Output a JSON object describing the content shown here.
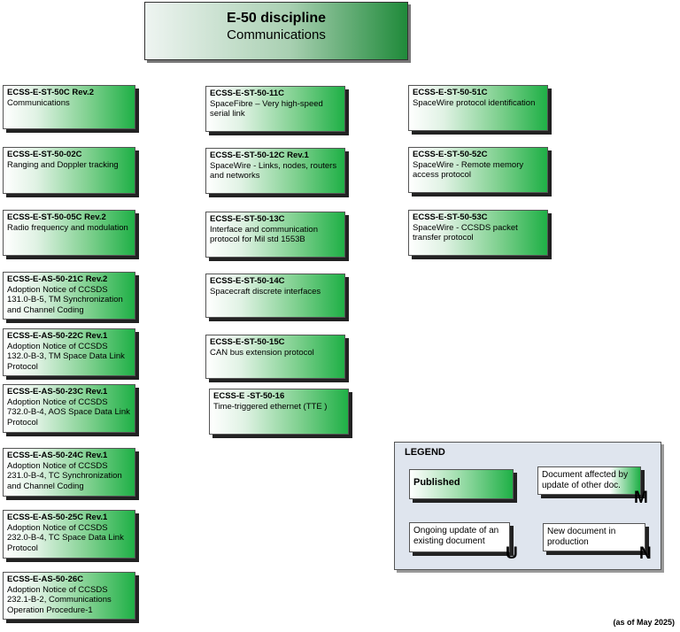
{
  "title": {
    "main": "E-50 discipline",
    "sub": "Communications"
  },
  "documents": [
    {
      "code": "ECSS-E-ST-50C Rev.2",
      "desc": "Communications"
    },
    {
      "code": "ECSS-E-ST-50-02C",
      "desc": "Ranging and Doppler tracking"
    },
    {
      "code": "ECSS-E-ST-50-05C Rev.2",
      "desc": "Radio frequency and modulation"
    },
    {
      "code": "ECSS-E-AS-50-21C Rev.2",
      "desc": "Adoption Notice of CCSDS 131.0-B-5, TM Synchronization and Channel Coding"
    },
    {
      "code": "ECSS-E-AS-50-22C Rev.1",
      "desc": "Adoption Notice of CCSDS 132.0-B-3, TM Space Data Link Protocol"
    },
    {
      "code": "ECSS-E-AS-50-23C Rev.1",
      "desc": "Adoption Notice of CCSDS 732.0-B-4, AOS Space Data Link Protocol"
    },
    {
      "code": "ECSS-E-AS-50-24C Rev.1",
      "desc": "Adoption Notice of CCSDS 231.0-B-4, TC Synchronization and Channel Coding"
    },
    {
      "code": "ECSS-E-AS-50-25C Rev.1",
      "desc": "Adoption Notice of CCSDS 232.0-B-4, TC Space Data Link Protocol"
    },
    {
      "code": "ECSS-E-AS-50-26C",
      "desc": "Adoption Notice of CCSDS 232.1-B-2, Communications Operation Procedure-1"
    },
    {
      "code": "ECSS-E-ST-50-11C",
      "desc": "SpaceFibre – Very high-speed serial link"
    },
    {
      "code": "ECSS-E-ST-50-12C Rev.1",
      "desc": "SpaceWire - Links, nodes, routers and networks"
    },
    {
      "code": "ECSS-E-ST-50-13C",
      "desc": "Interface and communication protocol for Mil std 1553B"
    },
    {
      "code": "ECSS-E-ST-50-14C",
      "desc": "Spacecraft discrete interfaces"
    },
    {
      "code": "ECSS-E-ST-50-15C",
      "desc": "CAN bus extension protocol"
    },
    {
      "code": "ECSS-E -ST-50-16",
      "desc": "Time-triggered ethernet (TTE )"
    },
    {
      "code": "ECSS-E-ST-50-51C",
      "desc": "SpaceWire protocol identification"
    },
    {
      "code": "ECSS-E-ST-50-52C",
      "desc": "SpaceWire - Remote memory access protocol"
    },
    {
      "code": "ECSS-E-ST-50-53C",
      "desc": "SpaceWire - CCSDS packet transfer protocol"
    }
  ],
  "legend": {
    "title": "LEGEND",
    "published": "Published",
    "affected": "Document affected by update of other doc.",
    "affected_letter": "M",
    "ongoing": "Ongoing update of an existing document",
    "ongoing_letter": "U",
    "new_doc": "New document in production",
    "new_letter": "N"
  },
  "as_of": "(as of May 2025)"
}
